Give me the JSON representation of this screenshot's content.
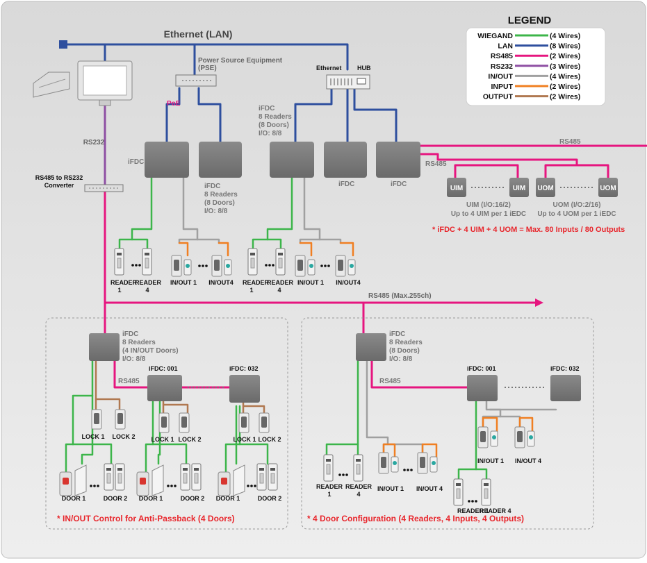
{
  "colors": {
    "wiegand": "#3cb54a",
    "lan": "#2e4f9e",
    "rs485": "#e6157f",
    "rs232": "#8e4fa3",
    "inout": "#a0a0a0",
    "input": "#f07f22",
    "output": "#b07850",
    "box": "#7b7b7b",
    "note": "#e8262c"
  },
  "legend": {
    "title": "LEGEND",
    "items": [
      {
        "name": "WIEGAND",
        "wires": "(4 Wires)",
        "color": "#3cb54a"
      },
      {
        "name": "LAN",
        "wires": "(8 Wires)",
        "color": "#2e4f9e"
      },
      {
        "name": "RS485",
        "wires": "(2 Wires)",
        "color": "#e6157f"
      },
      {
        "name": "RS232",
        "wires": "(3 Wires)",
        "color": "#8e4fa3"
      },
      {
        "name": "IN/OUT",
        "wires": "(4 Wires)",
        "color": "#a0a0a0"
      },
      {
        "name": "INPUT",
        "wires": "(2 Wires)",
        "color": "#f07f22"
      },
      {
        "name": "OUTPUT",
        "wires": "(2 Wires)",
        "color": "#b07850"
      }
    ]
  },
  "top": {
    "ethernet": "Ethernet (LAN)",
    "pse_l1": "Power Source Equipment",
    "pse_l2": "(PSE)",
    "poe": "PoE",
    "hub_eth": "Ethernet",
    "hub": "HUB",
    "rs232": "RS232",
    "conv_l1": "RS485 to RS232",
    "conv_l2": "Converter",
    "ifdc": "iFDC",
    "ifdc2_l1": "iFDC",
    "ifdc2_l2": "8 Readers",
    "ifdc2_l3": "(8 Doors)",
    "ifdc2_l4": "I/O: 8/8",
    "ifdc3_l1": "iFDC",
    "ifdc3_l2": "8 Readers",
    "ifdc3_l3": "(8 Doors)",
    "ifdc3_l4": "I/O: 8/8",
    "rs485_a": "RS485",
    "rs485_b": "RS485",
    "uim": "UIM",
    "uom": "UOM",
    "uim_d1": "UIM (I/O:16/2)",
    "uim_d2": "Up to 4 UIM per 1 iEDC",
    "uom_d1": "UOM (I/O:2/16)",
    "uom_d2": "Up to 4 UOM per 1 iEDC",
    "note": "* iFDC + 4 UIM + 4 UOM = Max. 80 Inputs / 80 Outputs",
    "reader": "READER",
    "one": "1",
    "four": "4",
    "inout1": "IN/OUT 1",
    "inout4": "IN/OUT4",
    "inout4b": "IN/OUT 4",
    "bus": "RS485 (Max.255ch)"
  },
  "left_panel": {
    "ifdc_l1": "iFDC",
    "ifdc_l2": "8 Readers",
    "ifdc_l3": "(4 IN/OUT Doors)",
    "ifdc_l4": "I/O: 8/8",
    "rs485": "RS485",
    "sub1": "iFDC: 001",
    "sub2": "iFDC: 032",
    "lock1": "LOCK 1",
    "lock2": "LOCK 2",
    "door1": "DOOR 1",
    "door2": "DOOR 2",
    "note": "* IN/OUT Control for Anti-Passback (4 Doors)"
  },
  "right_panel": {
    "ifdc_l1": "iFDC",
    "ifdc_l2": "8 Readers",
    "ifdc_l3": "(8 Doors)",
    "ifdc_l4": "I/O: 8/8",
    "rs485": "RS485",
    "sub1": "iFDC: 001",
    "sub2": "iFDC: 032",
    "reader1": "READER 1",
    "reader4": "READER 4",
    "note": "* 4 Door Configuration (4 Readers, 4 Inputs, 4 Outputs)"
  }
}
